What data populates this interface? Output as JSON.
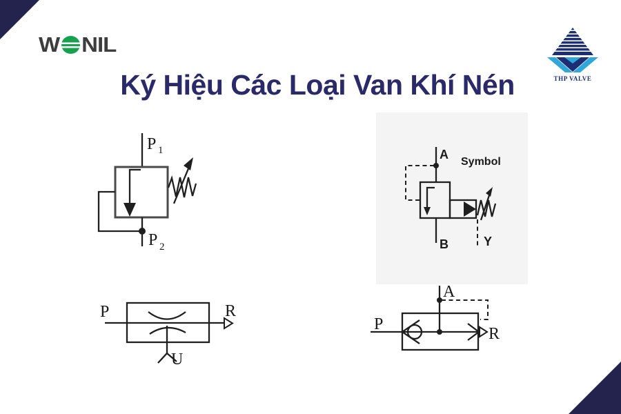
{
  "page": {
    "background": "#ffffff",
    "corner_color": "#23234d"
  },
  "header": {
    "wonil_logo": {
      "part1": "W",
      "part2": "NIL",
      "globe_color": "#17a14f",
      "text_color": "#3d3d3d"
    },
    "title": {
      "text": "Ký Hiệu Các Loại Van Khí Nén",
      "color": "#2b2a68"
    },
    "thp_logo": {
      "name": "THP VALVE",
      "navy": "#1c2f75",
      "cyan": "#2fa7d9"
    }
  },
  "diagrams": {
    "relief_valve": {
      "top_port_base": "P",
      "top_port_sub": "1",
      "bottom_port_base": "P",
      "bottom_port_sub": "2"
    },
    "sequence_valve": {
      "caption": "Symbol",
      "port_a": "A",
      "port_b": "B",
      "port_y": "Y"
    },
    "throttle_valve": {
      "port_in": "P",
      "port_out": "R",
      "port_exhaust": "U"
    },
    "check_valve": {
      "port_in": "P",
      "port_out": "R",
      "port_pilot": "A"
    }
  }
}
